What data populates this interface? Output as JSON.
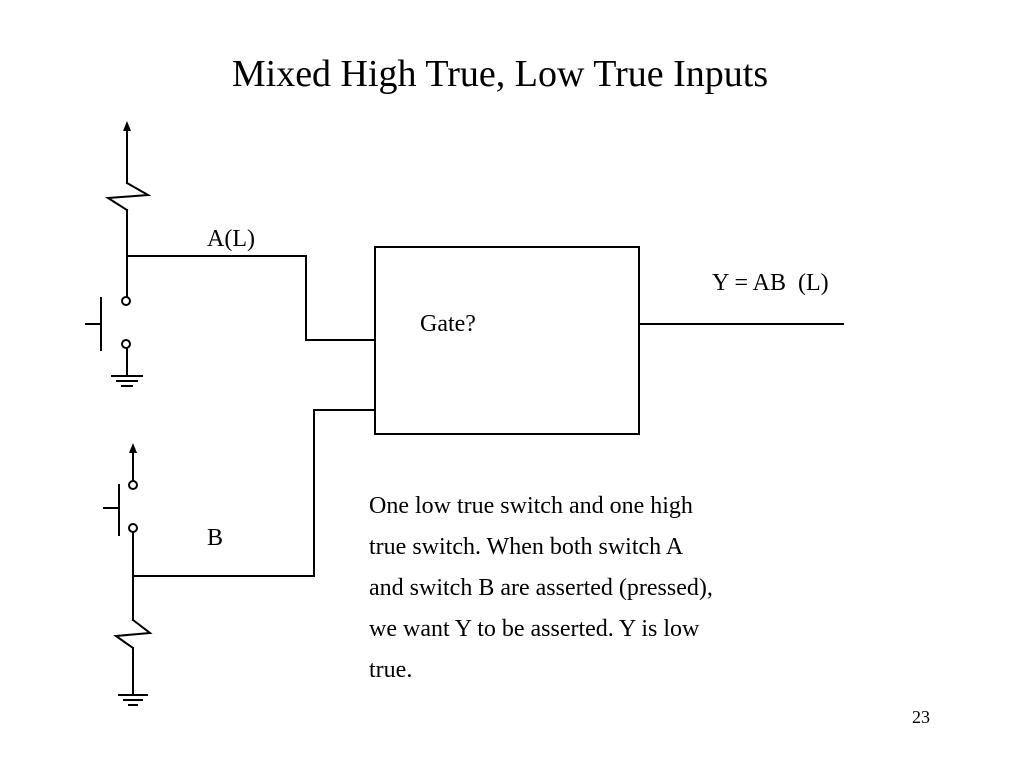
{
  "slide": {
    "title": "Mixed High True, Low True Inputs",
    "page_number": "23"
  },
  "diagram": {
    "input_a_label": "A(L)",
    "input_b_label": "B",
    "gate_label": "Gate?",
    "output_label": "Y = AB  (L)"
  },
  "description": {
    "lines": [
      "One low true switch and one  high",
      "true switch.  When both switch A",
      "and switch B are asserted (pressed),",
      "we want Y to be asserted.  Y is low",
      "true."
    ]
  }
}
